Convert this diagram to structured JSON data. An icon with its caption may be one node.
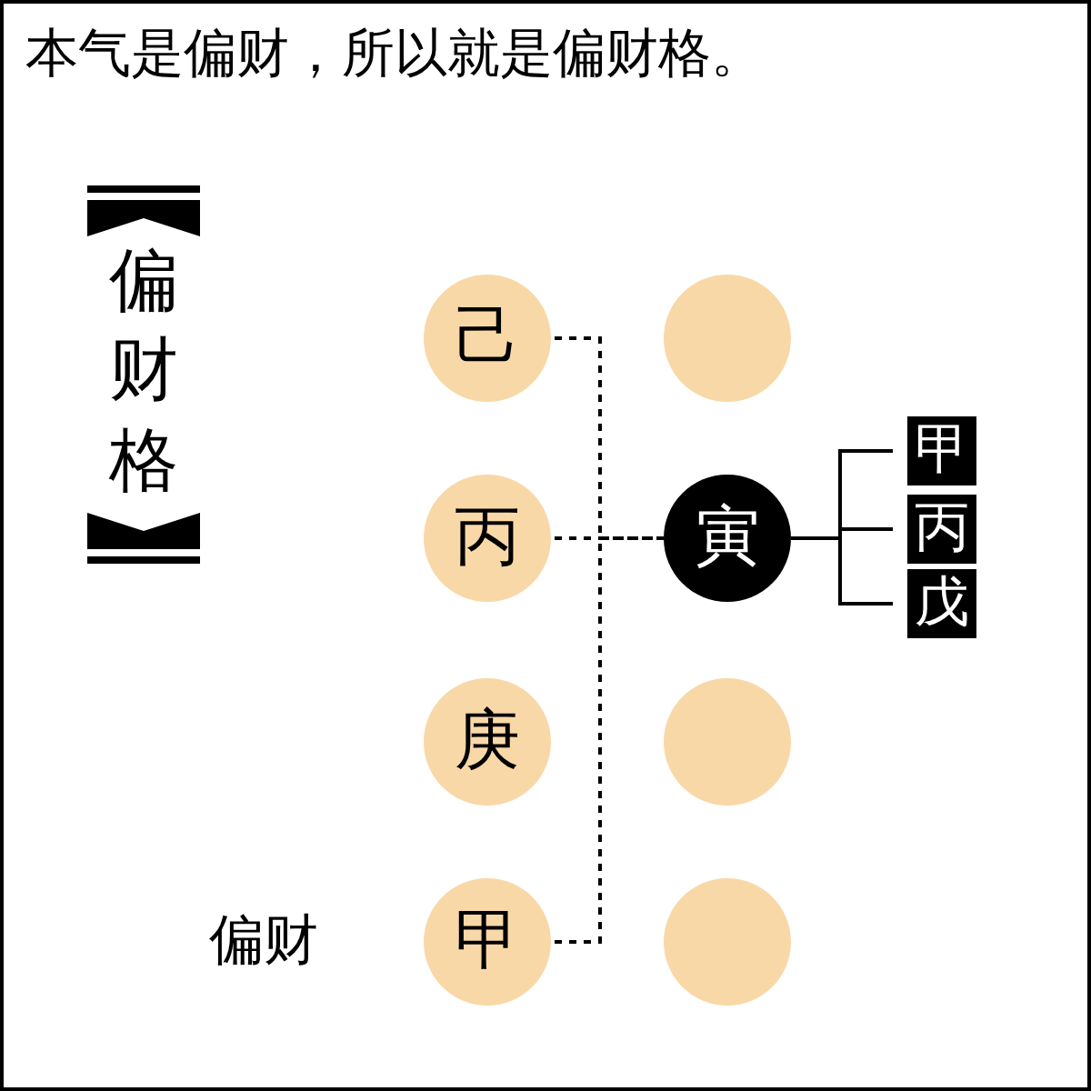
{
  "diagram": {
    "title": "本气是偏财，所以就是偏财格。",
    "nodes": [
      {
        "text": [
          "己"
        ]
      },
      {
        "text": [],
        "shape": "circle"
      },
      {
        "text": [
          "丙"
        ]
      },
      {
        "text": [
          "寅"
        ]
      },
      {
        "text": [
          "甲"
        ]
      },
      {
        "text": [
          "丙"
        ]
      },
      {
        "text": [
          "戊"
        ]
      },
      {
        "text": [
          "庚"
        ]
      },
      {
        "text": [],
        "shape": "circle"
      },
      {
        "text": [
          "甲"
        ],
        "beside": [
          "偏财"
        ]
      },
      {
        "text": [],
        "shape": "circle"
      }
    ],
    "edges": [
      {
        "from": 0,
        "to": 3,
        "arrow": "none",
        "style": "dashed"
      },
      {
        "from": 2,
        "to": 3,
        "arrow": "none",
        "style": "dashed"
      },
      {
        "from": 9,
        "to": 3,
        "arrow": "none",
        "style": "dashed"
      },
      {
        "from": 3,
        "to": 4,
        "arrow": "none"
      },
      {
        "from": 3,
        "to": 5,
        "arrow": "none"
      },
      {
        "from": 3,
        "to": 6,
        "arrow": "none"
      }
    ],
    "labels": [
      "偏财格"
    ]
  }
}
